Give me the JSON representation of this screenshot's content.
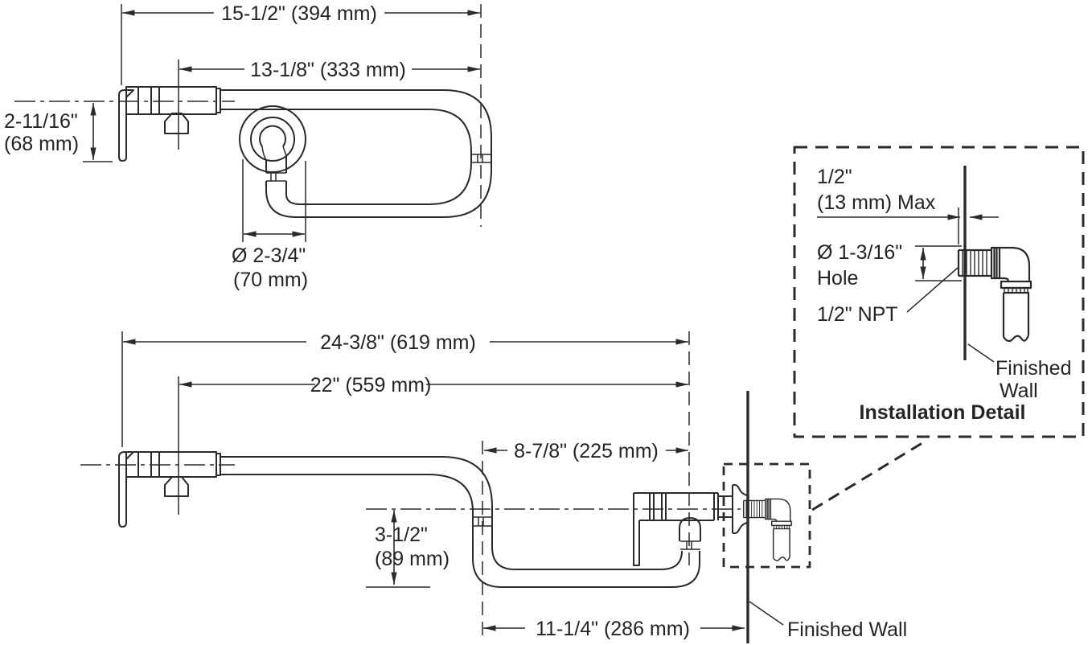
{
  "page": {
    "background": "#ffffff",
    "line_color": "#2b2a29",
    "text_color": "#242424"
  },
  "top_view": {
    "dim_overall_reach": "15-1/2\" (394 mm)",
    "dim_spout_reach": "13-1/8\" (333 mm)",
    "dim_handle_drop": [
      "2-11/16\"",
      "(68 mm)"
    ],
    "dim_spout_diameter": [
      "Ø 2-3/4\"",
      "(70 mm)"
    ]
  },
  "side_view": {
    "dim_overall_extended": "24-3/8\" (619 mm)",
    "dim_spout_extended": "22\" (559 mm)",
    "dim_folded": "8-7/8\" (225 mm)",
    "dim_drop": [
      "3-1/2\"",
      "(89 mm)"
    ],
    "dim_to_wall": "11-1/4\" (286 mm)",
    "finished_wall_label": "Finished Wall"
  },
  "installation_detail": {
    "title": "Installation Detail",
    "dim_max_protrusion": [
      "1/2\"",
      "(13 mm) Max"
    ],
    "dim_hole": [
      "Ø 1-3/16\"",
      "Hole"
    ],
    "npt_label": "1/2\" NPT",
    "finished_wall_label": [
      "Finished",
      "Wall"
    ]
  }
}
